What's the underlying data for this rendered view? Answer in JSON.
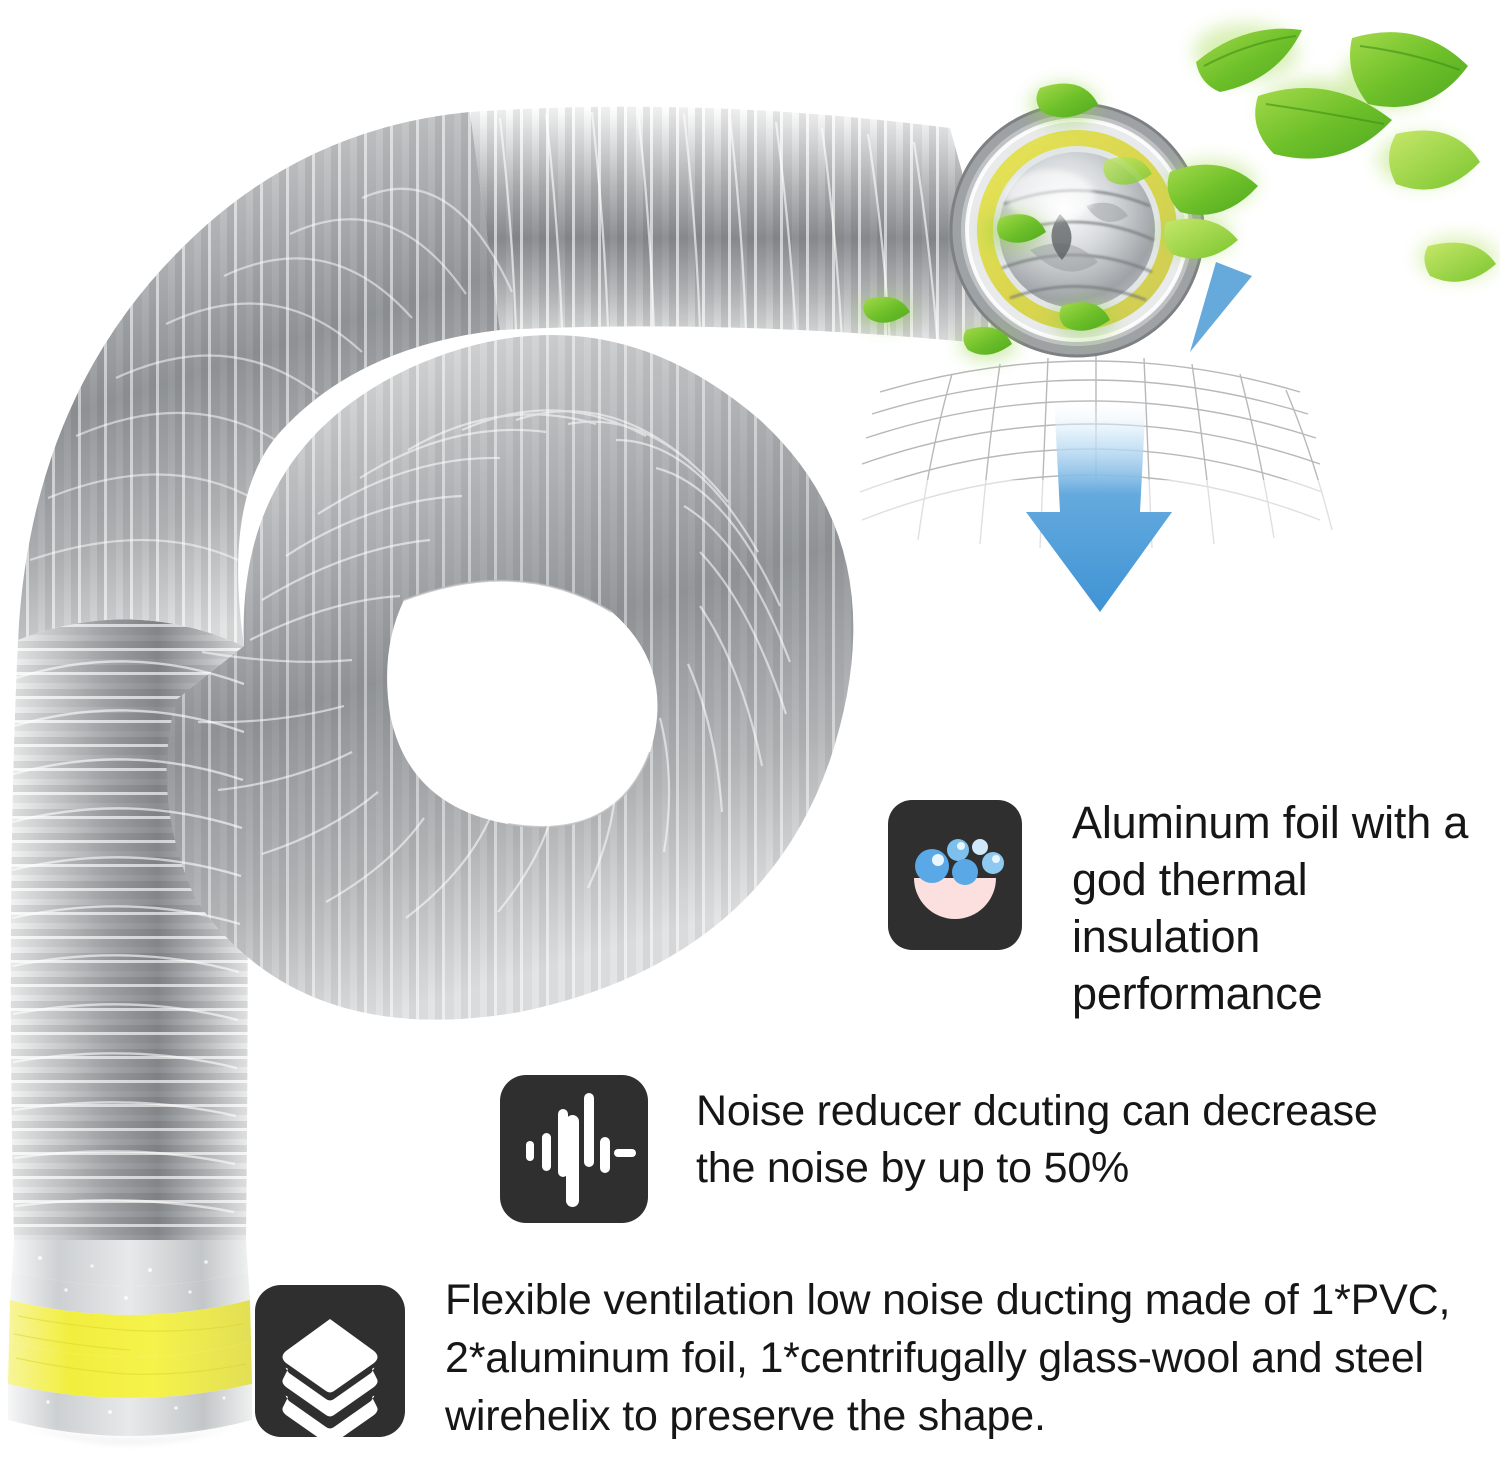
{
  "product": {
    "name": "flexible-insulated-ventilation-duct",
    "colors": {
      "duct_gray_light": "#d9dadb",
      "duct_gray_mid": "#a9abad",
      "duct_gray_dark": "#808385",
      "glass_wool_yellow": "#f2ee4a",
      "foil_silver": "#cfd2d4",
      "leaf_green": "#7dc92b",
      "leaf_green_light": "#b6e05a",
      "airflow_blue": "#4b9bd6",
      "icon_background": "#2f2f2f",
      "icon_glyph": "#ffffff",
      "bubble_blue": "#5aa9e6",
      "bowl_pink": "#fbe0df",
      "text": "#161616",
      "mesh_line": "#9a9a9a"
    },
    "cross_section_layers": [
      "outer PVC gray shell",
      "centrifugal glass-wool (yellow)",
      "aluminum foil (silver)",
      "steel wirehelix"
    ]
  },
  "features": [
    {
      "id": "aluminum-foil",
      "icon": "bubbles-bowl-icon",
      "text": "Aluminum foil with a\ngod thermal insulation\nperformance"
    },
    {
      "id": "noise-reducer",
      "icon": "sound-waveform-icon",
      "text": "Noise reducer dcuting can decrease\nthe noise by up to 50%"
    },
    {
      "id": "layer-construction",
      "icon": "stacked-layers-icon",
      "text": "Flexible ventilation low noise ducting made of 1*PVC,\n2*aluminum foil, 1*centrifugally glass-wool and steel\nwirehelix to preserve the shape."
    }
  ]
}
